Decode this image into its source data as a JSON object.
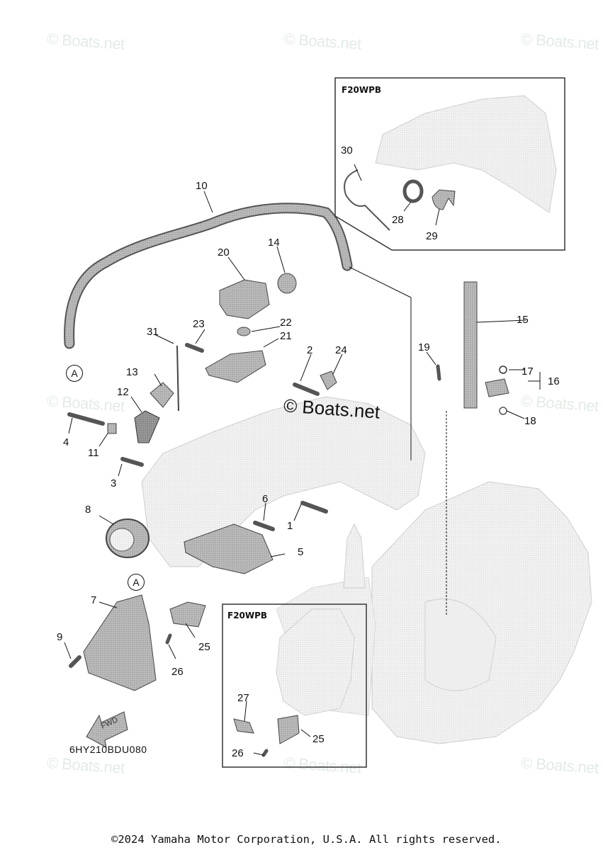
{
  "watermarks": [
    {
      "text": "© Boats.net",
      "pos": "top-left"
    },
    {
      "text": "© Boats.net",
      "pos": "top-center"
    },
    {
      "text": "© Boats.net",
      "pos": "top-right"
    },
    {
      "text": "© Boats.net",
      "pos": "mid-left"
    },
    {
      "text": "© Boats.net",
      "pos": "mid-right"
    },
    {
      "text": "© Boats.net",
      "pos": "bottom-left"
    },
    {
      "text": "© Boats.net",
      "pos": "bottom-center"
    },
    {
      "text": "© Boats.net",
      "pos": "bottom-right"
    }
  ],
  "center_watermark": "© Boats.net",
  "insets": [
    {
      "title": "F20WPB",
      "parts": [
        "28",
        "29",
        "30"
      ]
    },
    {
      "title": "F20WPB",
      "parts": [
        "25",
        "26",
        "27"
      ]
    }
  ],
  "callouts": {
    "c1": "1",
    "c2": "2",
    "c3": "3",
    "c4": "4",
    "c5": "5",
    "c6": "6",
    "c7": "7",
    "c8": "8",
    "c9": "9",
    "c10": "10",
    "c11": "11",
    "c12": "12",
    "c13": "13",
    "c14": "14",
    "c15": "15",
    "c16": "16",
    "c17": "17",
    "c18": "18",
    "c19": "19",
    "c20": "20",
    "c21": "21",
    "c22": "22",
    "c23": "23",
    "c24": "24",
    "c25": "25",
    "c25b": "25",
    "c26": "26",
    "c26b": "26",
    "c27": "27",
    "c28": "28",
    "c29": "29",
    "c30": "30",
    "c31": "31"
  },
  "reference_markers": {
    "top": "A",
    "bottom": "A"
  },
  "fwd_arrow_label": "FWD",
  "diagram_code": "6HY210BDU080",
  "copyright": "©2024 Yamaha Motor Corporation, U.S.A. All rights reserved."
}
